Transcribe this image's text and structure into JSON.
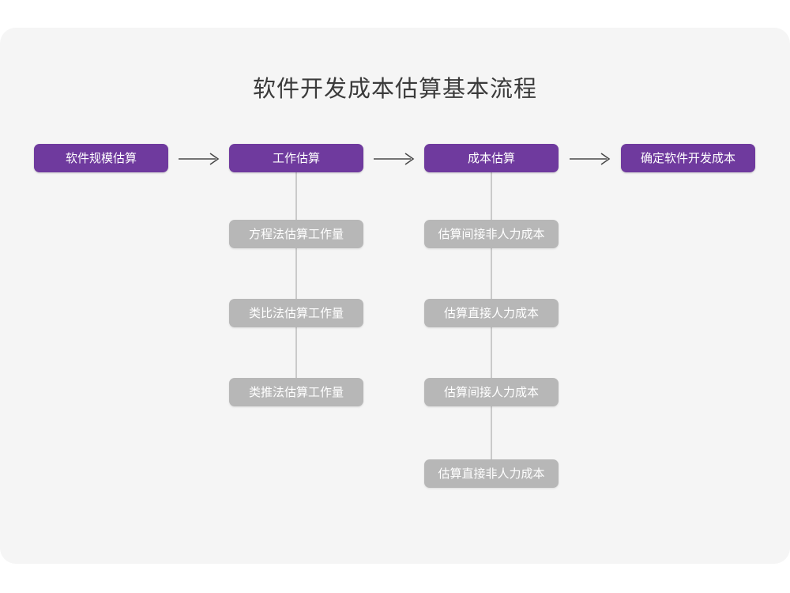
{
  "diagram": {
    "title": "软件开发成本估算基本流程",
    "type": "flowchart",
    "background_color": "#f5f5f5",
    "page_color": "#ffffff",
    "primary_color": "#6f3a9e",
    "secondary_color": "#b7b7b7",
    "connector_color": "#cacaca",
    "arrow_color": "#4a4a4a",
    "title_color": "#3b3b3b",
    "columns": [
      {
        "id": "column-1",
        "head": {
          "label": "软件规模估算",
          "style": "primary"
        },
        "children": []
      },
      {
        "id": "column-2",
        "head": {
          "label": "工作估算",
          "style": "primary"
        },
        "children": [
          {
            "label": "方程法估算工作量",
            "style": "secondary"
          },
          {
            "label": "类比法估算工作量",
            "style": "secondary"
          },
          {
            "label": "类推法估算工作量",
            "style": "secondary"
          }
        ]
      },
      {
        "id": "column-3",
        "head": {
          "label": "成本估算",
          "style": "primary"
        },
        "children": [
          {
            "label": "估算间接非人力成本",
            "style": "secondary"
          },
          {
            "label": "估算直接人力成本",
            "style": "secondary"
          },
          {
            "label": "估算间接人力成本",
            "style": "secondary"
          },
          {
            "label": "估算直接非人力成本",
            "style": "secondary"
          }
        ]
      },
      {
        "id": "column-4",
        "head": {
          "label": "确定软件开发成本",
          "style": "primary"
        },
        "children": []
      }
    ],
    "arrows": [
      {
        "id": "arrow-1",
        "from": "软件规模估算",
        "to": "工作估算",
        "glyph": "right-arrow"
      },
      {
        "id": "arrow-2",
        "from": "工作估算",
        "to": "成本估算",
        "glyph": "right-arrow"
      },
      {
        "id": "arrow-3",
        "from": "成本估算",
        "to": "确定软件开发成本",
        "glyph": "right-arrow"
      }
    ]
  }
}
